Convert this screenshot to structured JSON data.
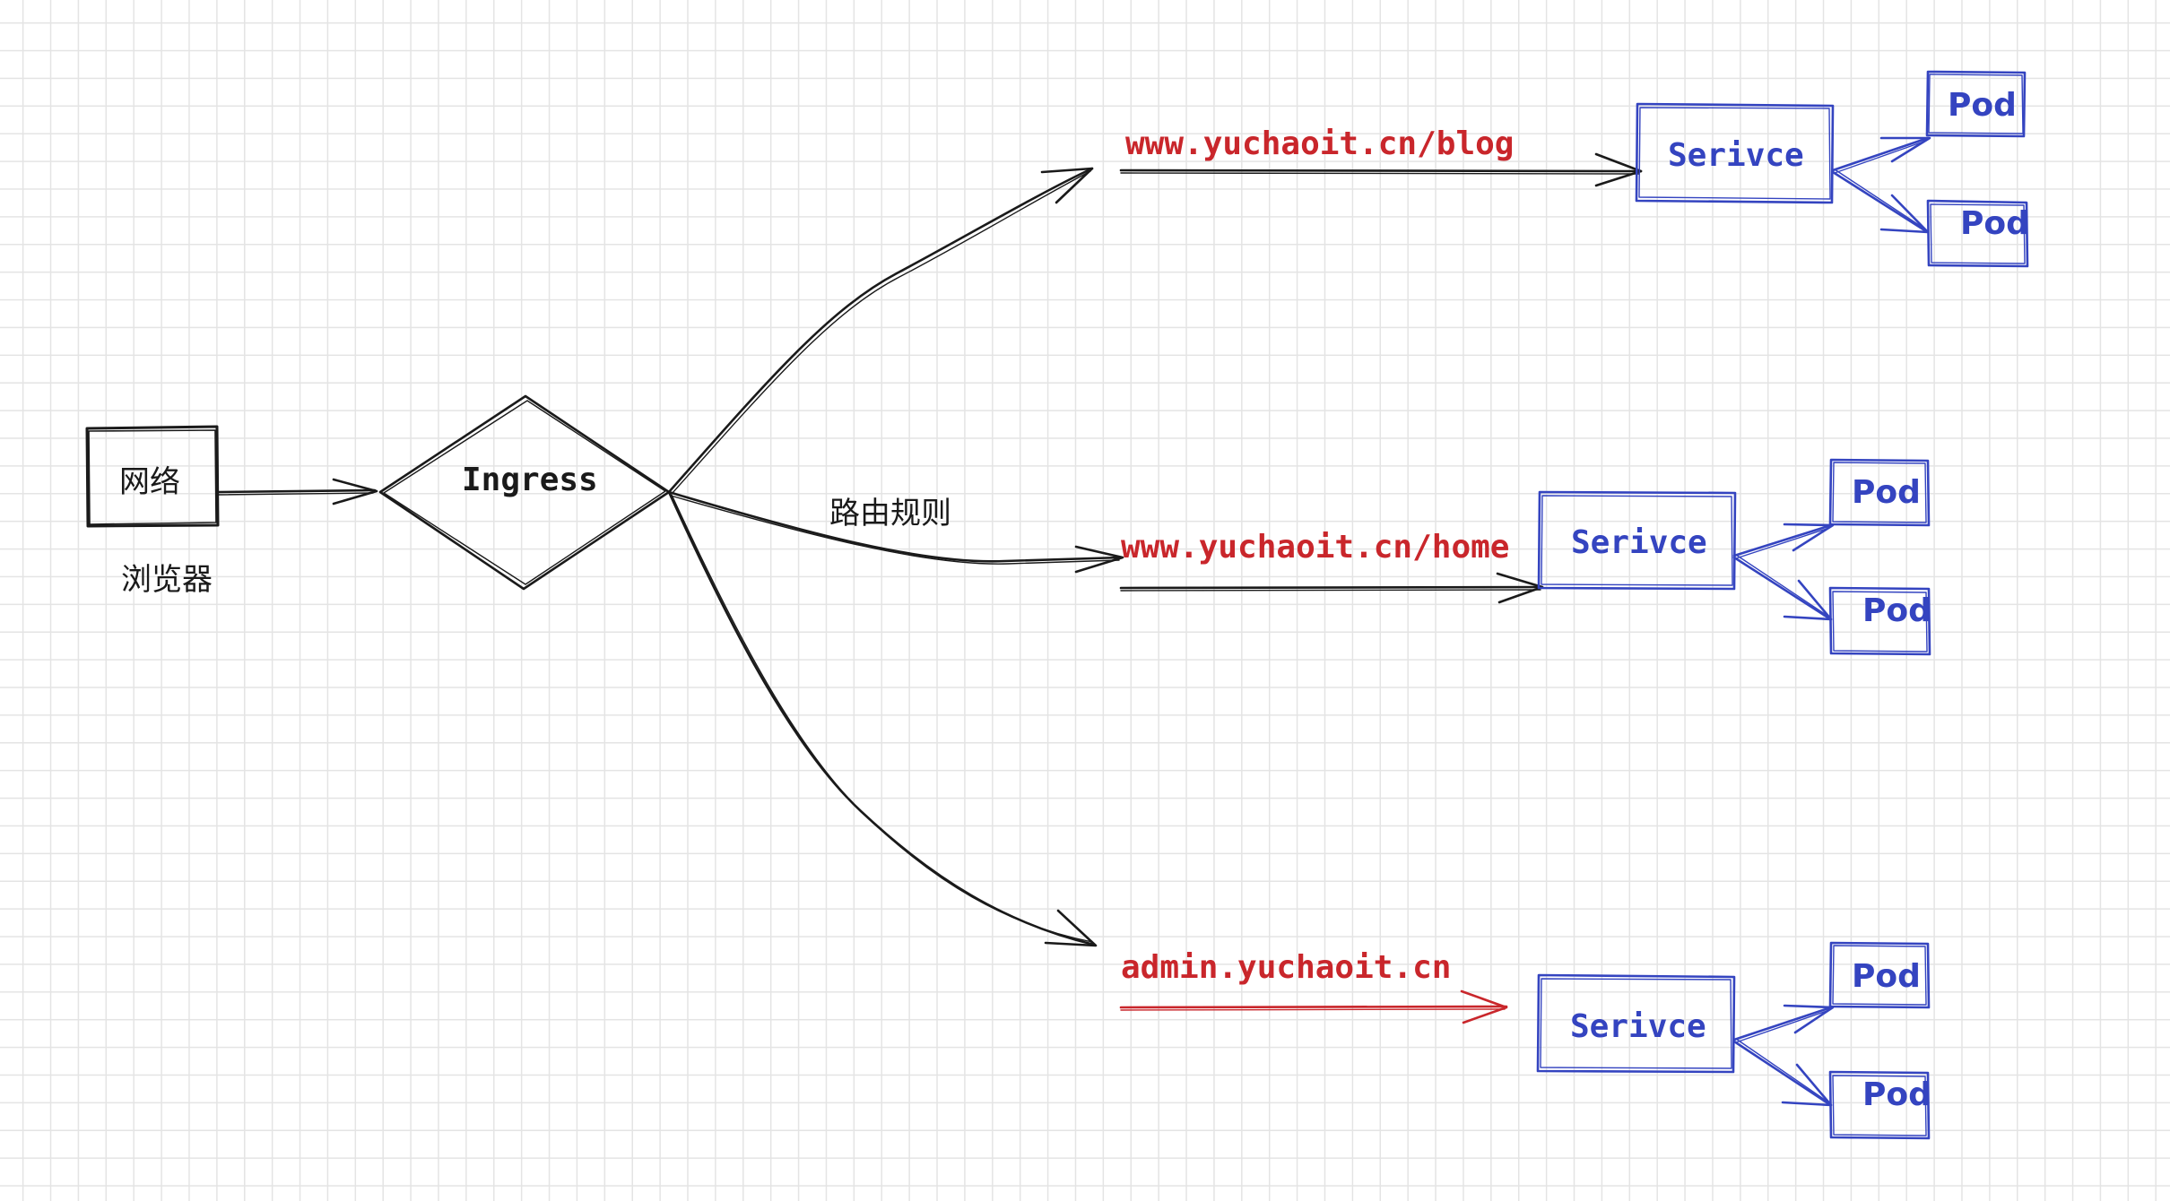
{
  "colors": {
    "ink": "#1a1a1a",
    "route": "#c9262b",
    "service": "#3444c0",
    "grid": "#e4e4e4"
  },
  "network": {
    "box_label": "网络",
    "caption": "浏览器"
  },
  "ingress": {
    "label": "Ingress",
    "routing_label": "路由规则"
  },
  "routes": [
    {
      "host": "www.yuchaoit.cn/blog",
      "service": "Serivce",
      "pods": [
        "Pod",
        "Pod"
      ]
    },
    {
      "host": "www.yuchaoit.cn/home",
      "service": "Serivce",
      "pods": [
        "Pod",
        "Pod"
      ]
    },
    {
      "host": "admin.yuchaoit.cn",
      "service": "Serivce",
      "pods": [
        "Pod",
        "Pod"
      ]
    }
  ]
}
